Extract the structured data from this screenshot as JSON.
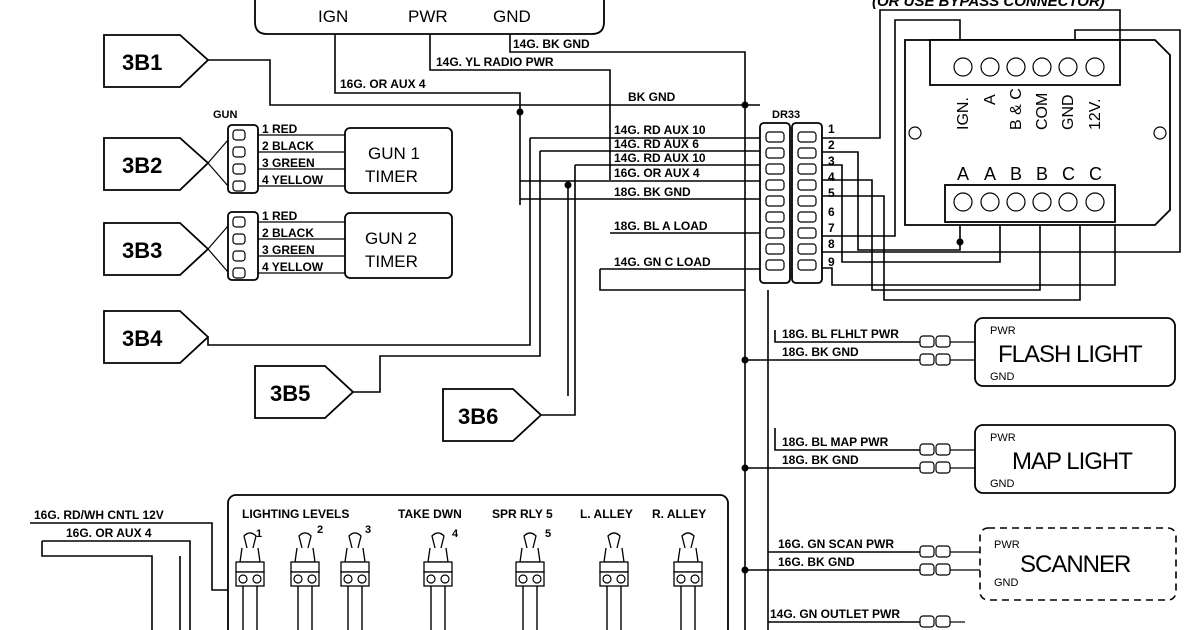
{
  "top_device": {
    "ign": "IGN",
    "pwr": "PWR",
    "gnd": "GND"
  },
  "partial_header": "(OR USE BYPASS CONNECTOR)",
  "refs": {
    "b1": "3B1",
    "b2": "3B2",
    "b3": "3B3",
    "b4": "3B4",
    "b5": "3B5",
    "b6": "3B6"
  },
  "gun_label": "GUN",
  "gun1": {
    "title1": "GUN 1",
    "title2": "TIMER",
    "pins": [
      "1 RED",
      "2 BLACK",
      "3 GREEN",
      "4 YELLOW"
    ]
  },
  "gun2": {
    "title1": "GUN 2",
    "title2": "TIMER",
    "pins": [
      "1 RED",
      "2 BLACK",
      "3 GREEN",
      "4 YELLOW"
    ]
  },
  "wires": {
    "bk_gnd_top": "14G. BK GND",
    "yl_radio": "14G. YL RADIO PWR",
    "or_aux4_top": "16G. OR AUX 4",
    "bk_gnd_bus": "BK GND",
    "rd_aux10_1": "14G. RD AUX 10",
    "rd_aux6": "14G. RD AUX 6",
    "rd_aux10_2": "14G. RD AUX 10",
    "or_aux4": "16G. OR AUX 4",
    "bk_gnd_18": "18G. BK GND",
    "bl_a_load": "18G. BL A LOAD",
    "gn_c_load": "14G. GN C LOAD",
    "flash_pwr": "18G. BL FLHLT PWR",
    "flash_gnd": "18G. BK GND",
    "map_pwr": "18G. BL MAP PWR",
    "map_gnd": "18G. BK GND",
    "scan_pwr": "16G. GN SCAN PWR",
    "scan_gnd": "16G. BK GND",
    "outlet_pwr": "14G. GN OUTLET PWR",
    "cntl_12v": "16G. RD/WH CNTL 12V",
    "or_aux4_bottom": "16G. OR AUX 4"
  },
  "connector": {
    "name": "DR33",
    "pins": [
      "1",
      "2",
      "3",
      "4",
      "5",
      "6",
      "7",
      "8",
      "9"
    ]
  },
  "relay_box": {
    "top_labels": [
      "IGN.",
      "A",
      "B & C",
      "COM",
      "GND",
      "12V."
    ],
    "bottom_labels": [
      "A",
      "A",
      "B",
      "B",
      "C",
      "C"
    ]
  },
  "devices": {
    "flash": {
      "pwr": "PWR",
      "name": "FLASH LIGHT",
      "gnd": "GND"
    },
    "map": {
      "pwr": "PWR",
      "name": "MAP LIGHT",
      "gnd": "GND"
    },
    "scanner": {
      "pwr": "PWR",
      "name": "SCANNER",
      "gnd": "GND"
    }
  },
  "switch_panel": {
    "titles": [
      "LIGHTING LEVELS",
      "TAKE DWN",
      "SPR RLY 5",
      "L. ALLEY",
      "R. ALLEY"
    ],
    "numbers": [
      "1",
      "2",
      "3",
      "4",
      "5"
    ]
  }
}
